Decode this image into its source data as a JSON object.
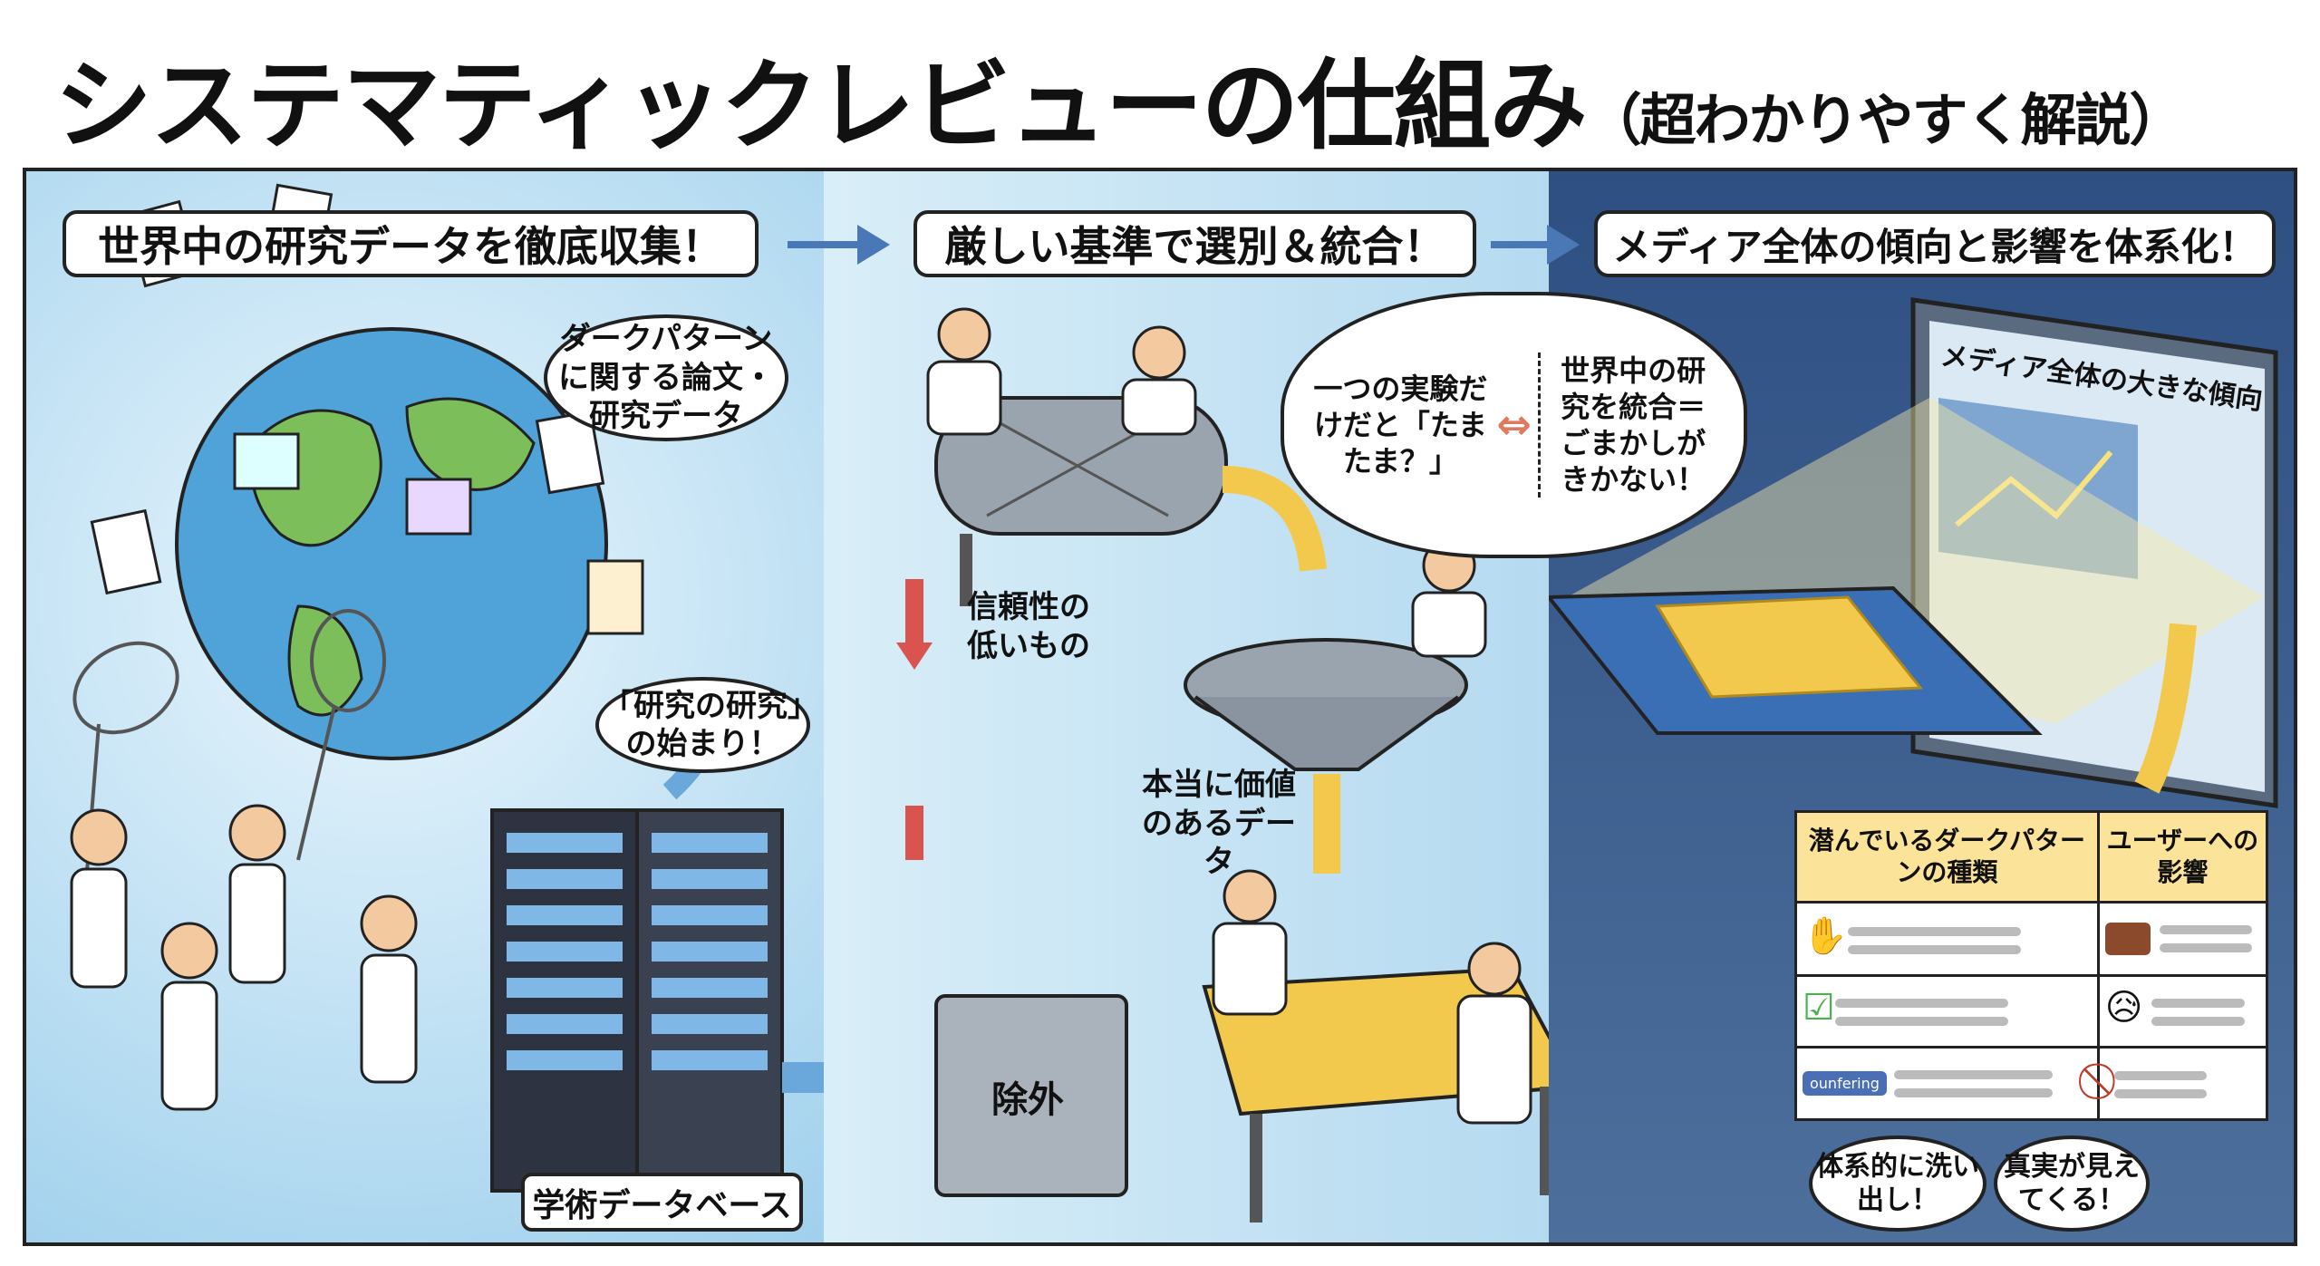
{
  "title": {
    "main": "システマティックレビューの仕組み",
    "sub": "（超わかりやすく解説）"
  },
  "steps": [
    {
      "header": "世界中の研究データを徹底収集！"
    },
    {
      "header": "厳しい基準で選別＆統合！"
    },
    {
      "header": "メディア全体の傾向と影響を体系化！"
    }
  ],
  "panel1": {
    "bubble_papers": "ダークパターンに関する論文・研究データ",
    "bubble_meta": "「研究の研究」の始まり！",
    "database_label": "学術データベース"
  },
  "panel2": {
    "low_reliability": "信頼性の低いもの",
    "trash_label": "除外",
    "valuable_data": "本当に価値のあるデータ",
    "bubble_left": "一つの実験だけだと「たまたま？」",
    "bubble_right": "世界中の研究を統合＝ごまかしがきかない！"
  },
  "panel3": {
    "monitor_title": "メディア全体の大きな傾向",
    "table": {
      "headers": [
        "潜んでいるダークパターンの種類",
        "ユーザーへの影響"
      ],
      "rows": [
        {
          "left_icon": "grabbing-hand-icon",
          "right_icon": "wallet-icon"
        },
        {
          "left_icon": "checkbox-checked-icon",
          "right_icon": "worried-face-icon"
        },
        {
          "left_icon": "button-icon",
          "left_text": "ounfering",
          "right_icon": "no-data-icon"
        }
      ]
    },
    "bubble_left": "体系的に洗い出し！",
    "bubble_right": "真実が見えてくる！"
  },
  "colors": {
    "accent_blue": "#4a78b6",
    "gold": "#f2c94c",
    "dark_panel": "#2e4f82",
    "exclude_red": "#d9534f"
  }
}
